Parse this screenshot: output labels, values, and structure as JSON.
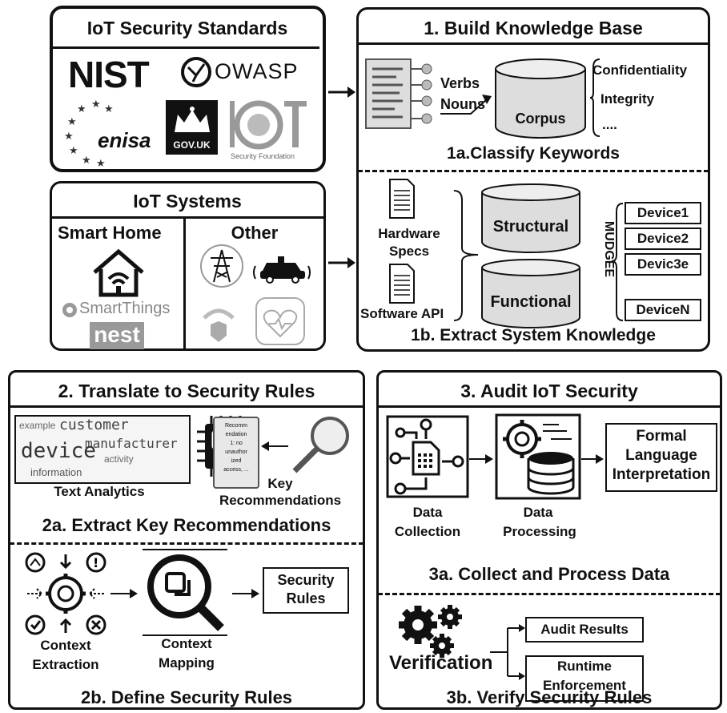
{
  "standards": {
    "title": "IoT Security Standards",
    "logos": [
      "NIST",
      "OWASP",
      "enisa",
      "GOV.UK",
      "IOT",
      "Security Foundation"
    ]
  },
  "systems": {
    "title": "IoT Systems",
    "smart_home": "Smart Home",
    "other": "Other",
    "logos": [
      "SmartThings",
      "nest"
    ]
  },
  "kb": {
    "title": "1. Build Knowledge Base",
    "verbs": "Verbs",
    "nouns": "Nouns",
    "corpus": "Corpus",
    "keywords": [
      "Confidentiality",
      "Integrity",
      "...."
    ],
    "sub1a": "1a.Classify Keywords",
    "hardware": [
      "Hardware",
      "Specs"
    ],
    "software": "Software API",
    "structural": "Structural",
    "functional": "Functional",
    "mudgee": "MUDGEE",
    "devices": [
      "Device1",
      "Device2",
      "Devic3e",
      "DeviceN"
    ],
    "sub1b": "1b. Extract System Knowledge"
  },
  "translate": {
    "title": "2. Translate to Security Rules",
    "cloud_words": [
      "example",
      "customer",
      "manufacturer",
      "device",
      "activity",
      "information"
    ],
    "scroll_text": [
      "Recomm",
      "endation",
      "1: no",
      "unauthor",
      "ized",
      "access, ..."
    ],
    "text_analytics": "Text Analytics",
    "key_rec": [
      "Key",
      "Recommendations"
    ],
    "sub2a": "2a. Extract Key Recommendations",
    "context_extraction": [
      "Context",
      "Extraction"
    ],
    "context_mapping": [
      "Context",
      "Mapping"
    ],
    "security_rules": [
      "Security",
      "Rules"
    ],
    "sub2b": "2b. Define Security Rules"
  },
  "audit": {
    "title": "3. Audit IoT Security",
    "formal": [
      "Formal",
      "Language",
      "Interpretation"
    ],
    "data_collection": [
      "Data",
      "Collection"
    ],
    "data_processing": [
      "Data",
      "Processing"
    ],
    "sub3a": "3a. Collect and Process Data",
    "verification": "Verification",
    "audit_results": "Audit Results",
    "runtime": [
      "Runtime",
      "Enforcement"
    ],
    "sub3b": "3b. Verify Security Rules"
  }
}
